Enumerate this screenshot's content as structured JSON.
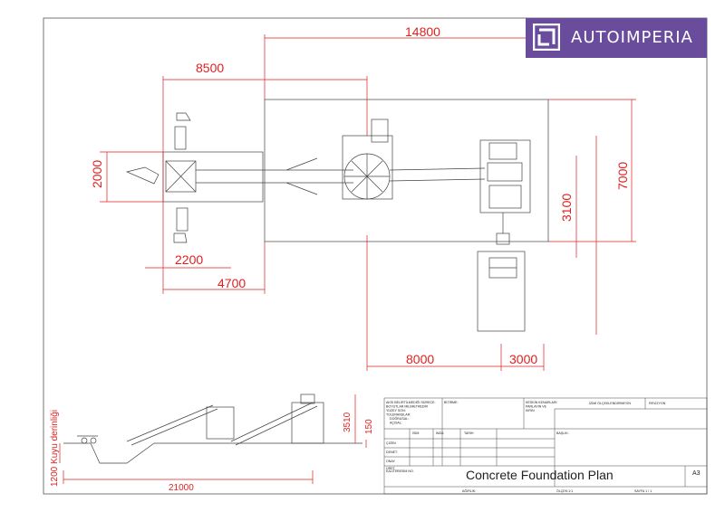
{
  "brand": {
    "name": "AUTOIMPERIA",
    "colors": {
      "brand": "#6a4c9c",
      "dimension": "#e01f1f"
    }
  },
  "plan_dimensions": {
    "total_length": "14800",
    "feed_length": "8500",
    "hopper_width": "2000",
    "hopper_offset": "2200",
    "hopper_to_frame": "4700",
    "frame_height": "7000",
    "crusher_width": "3100",
    "tail_length": "8000",
    "tail_width": "3000"
  },
  "side_view": {
    "total_length": "21000",
    "height": "3510",
    "small_offset": "150",
    "depth_label": "1200 Kuyu derinliği"
  },
  "title_block": {
    "title": "Concrete Foundation Plan",
    "sheet_size": "A3",
    "note_col1": [
      "AKSİ BELİRTİLMEDİĞİ SÜRECE:",
      "BOYUTLAR MİLİMETREDİR",
      "YÜZEY SON:",
      "TOLERANSLAR:",
      "DOĞRUSAL:",
      "AÇISAL:"
    ],
    "note_col2": "BİTİRME:",
    "note_col3": [
      "KESKİN KENARLARI",
      "PARLAYIN VE",
      "KIRIN"
    ],
    "note_col4": "İZİMİ ÖLÇEKLENDİRMEYİN",
    "note_col5": "REVİZYON",
    "header_row": [
      "İSİM",
      "İMZA",
      "TARİH"
    ],
    "role_rows": [
      "ÇİZEN",
      "DENET.",
      "ONAY.",
      "ÜRET."
    ],
    "baslik": "BAŞLIK:",
    "malzeme": "KALİTE",
    "resim_no": "RESİM NO.",
    "agirlik": "AĞIRLIK:",
    "olcek": "ÖLÇEK:1:1",
    "sayfa": "SAYFA 1 / 1"
  }
}
